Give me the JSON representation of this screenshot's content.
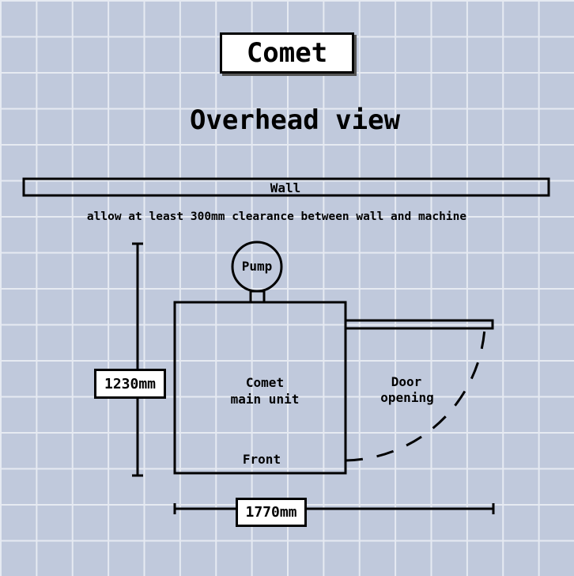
{
  "title": "Comet",
  "subtitle": "Overhead view",
  "wall_label": "Wall",
  "clearance_note": "allow at least 300mm clearance between wall and machine",
  "pump_label": "Pump",
  "main_unit": {
    "line1": "Comet",
    "line2": "main unit"
  },
  "front_label": "Front",
  "door": {
    "line1": "Door",
    "line2": "opening"
  },
  "dimensions": {
    "depth": "1230mm",
    "width": "1770mm"
  },
  "colors": {
    "background": "#c0c9dc",
    "grid": "#e6eaf2",
    "stroke": "#000000",
    "label_box": "#ffffff"
  }
}
